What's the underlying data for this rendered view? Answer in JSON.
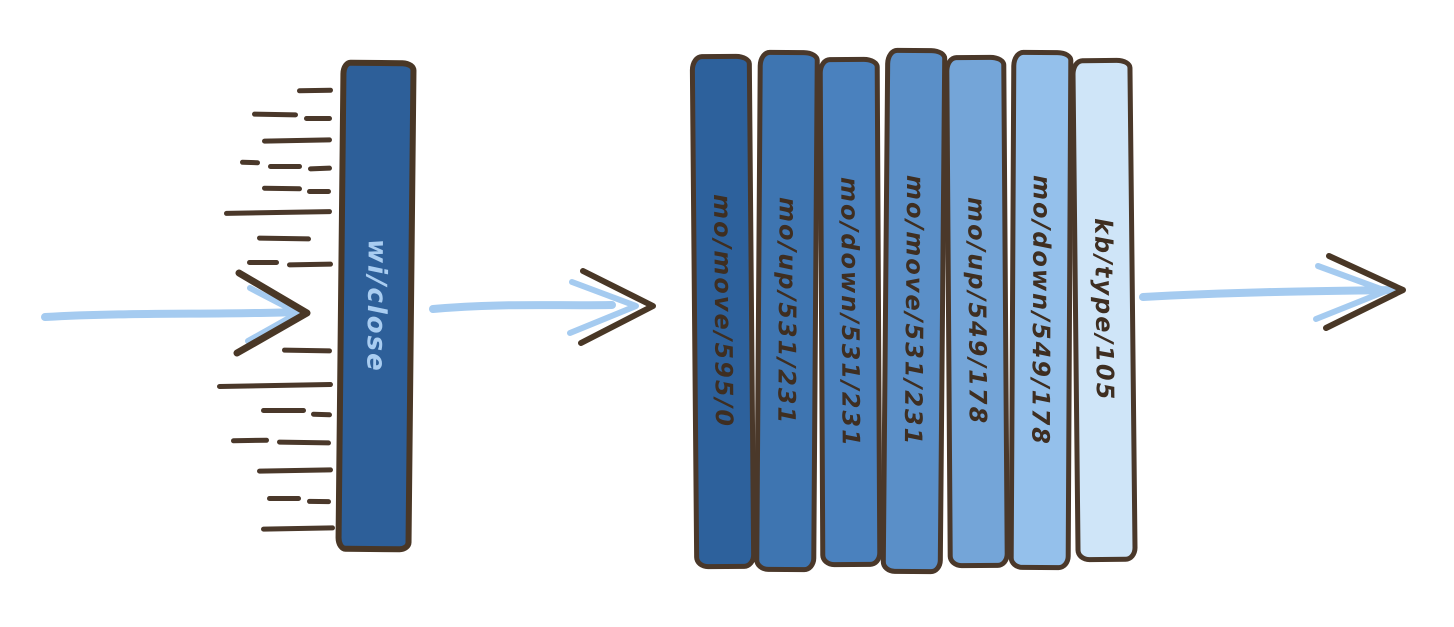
{
  "filter": {
    "label": "wi/close",
    "fill": "#2d5f99",
    "label_color": "#a9cdf1"
  },
  "events": [
    {
      "label": "mo/move/595/0",
      "fill": "#2d619c"
    },
    {
      "label": "mo/up/531/231",
      "fill": "#3e75b1"
    },
    {
      "label": "mo/down/531/231",
      "fill": "#4a81be"
    },
    {
      "label": "mo/move/531/231",
      "fill": "#5a8fc8"
    },
    {
      "label": "mo/up/549/178",
      "fill": "#74a5d8"
    },
    {
      "label": "mo/down/549/178",
      "fill": "#94c0eb"
    },
    {
      "label": "kb/type/105",
      "fill": "#cfe5f8"
    }
  ],
  "colors": {
    "outline": "#4a382a",
    "arrow_blue": "#a5cbf0",
    "event_label": "#3e2e21",
    "background": "#ffffff"
  }
}
